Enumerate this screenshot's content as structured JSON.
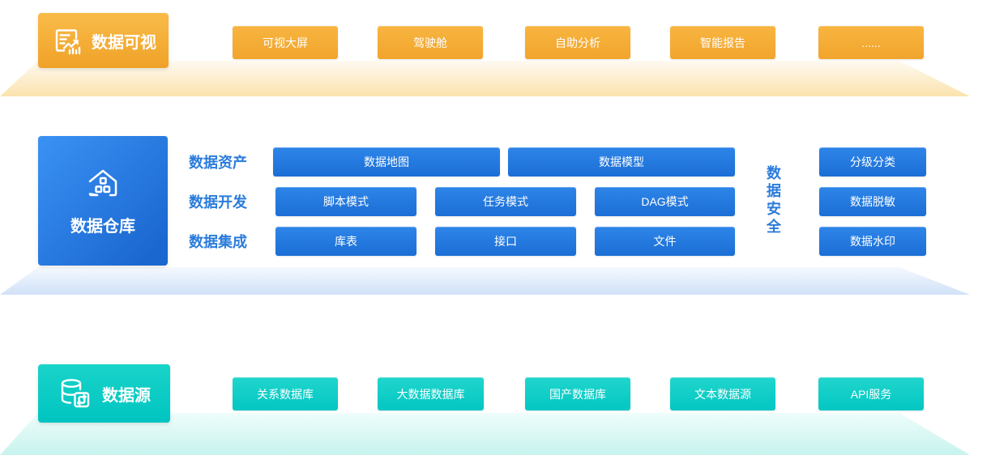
{
  "colors": {
    "orange_accent": "#f5ab31",
    "blue_accent": "#1f6fd6",
    "cyan_accent": "#0ccdc6",
    "label_blue": "#2b7cdb"
  },
  "sections": {
    "visual": {
      "title": "数据可视",
      "icon": "doc-chart-icon",
      "items": [
        "可视大屏",
        "驾驶舱",
        "自助分析",
        "智能报告",
        "......"
      ]
    },
    "warehouse": {
      "title": "数据仓库",
      "icon": "warehouse-icon",
      "rows": [
        {
          "label": "数据资产",
          "items": [
            "数据地图",
            "数据模型"
          ]
        },
        {
          "label": "数据开发",
          "items": [
            "脚本模式",
            "任务模式",
            "DAG模式"
          ]
        },
        {
          "label": "数据集成",
          "items": [
            "库表",
            "接口",
            "文件"
          ]
        }
      ],
      "security": {
        "label": "数据安全",
        "items": [
          "分级分类",
          "数据脱敏",
          "数据水印"
        ]
      }
    },
    "source": {
      "title": "数据源",
      "icon": "db-sync-icon",
      "items": [
        "关系数据库",
        "大数据数据库",
        "国产数据库",
        "文本数据源",
        "API服务"
      ]
    }
  }
}
